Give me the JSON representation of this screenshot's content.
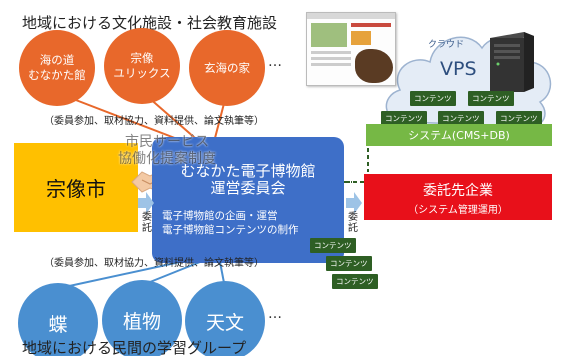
{
  "top_title": "地域における文化施設・社会教育施設",
  "bottom_title": "地域における民間の学習グループ",
  "cultural_facilities": [
    {
      "label": "海の道\nむなかた館"
    },
    {
      "label": "宗像\nユリックス"
    },
    {
      "label": "玄海の家"
    }
  ],
  "learning_groups": [
    {
      "label": "蝶"
    },
    {
      "label": "植物"
    },
    {
      "label": "天文"
    }
  ],
  "ellipsis": "…",
  "participation_note": "（委員参加、取材協力、資料提供、論文執筆等）",
  "citizen_service": "市民サービス\n協働化提案制度",
  "munakata_city": "宗像市",
  "museum_committee": {
    "title": "むなかた電子博物館\n運営委員会",
    "tasks": "電子博物館の企画・運営\n電子博物館コンテンツの制作"
  },
  "commission_label": "委託",
  "contractor": {
    "name": "委託先企業",
    "role": "（システム管理運用）"
  },
  "cloud": {
    "label": "クラウド",
    "vps": "VPS",
    "system": "システム(CMS+DB)"
  },
  "content_chip": "コンテンツ",
  "colors": {
    "facility_orange": "#e8682b",
    "group_blue": "#4a8fd0",
    "city_yellow": "#ffc000",
    "committee_blue": "#3e6fc8",
    "contractor_red": "#e8101a",
    "system_green": "#76b845",
    "content_dark_green": "#2e5f24"
  },
  "icons": [
    "cloud-icon",
    "server-icon",
    "website-thumbnail",
    "handshake-icon",
    "arrow-right-icon"
  ]
}
